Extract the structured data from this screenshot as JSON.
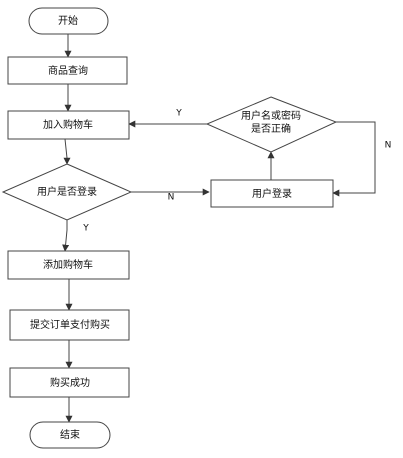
{
  "nodes": {
    "start": "开始",
    "product_query": "商品查询",
    "add_to_cart": "加入购物车",
    "check_login": "用户是否登录",
    "check_credentials_line1": "用户名或密码",
    "check_credentials_line2": "是否正确",
    "user_login": "用户登录",
    "add_to_cart_2": "添加购物车",
    "submit_order": "提交订单支付购买",
    "purchase_success": "购买成功",
    "end": "结束"
  },
  "edges": {
    "credentials_yes": "Y",
    "credentials_no": "N",
    "login_no": "N",
    "login_yes": "Y"
  }
}
